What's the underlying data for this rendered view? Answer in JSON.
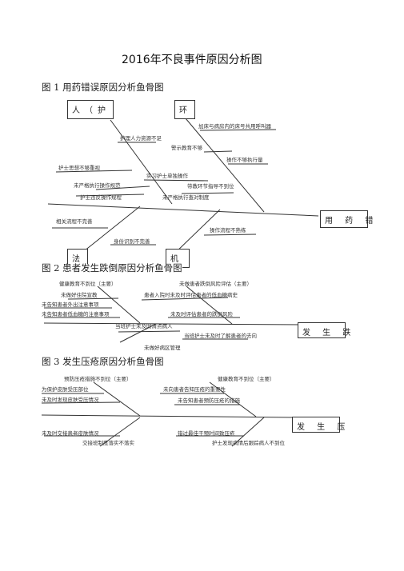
{
  "title": "2016年不良事件原因分析图",
  "fig1": {
    "caption": "图 1 用药错误原因分析鱼骨图",
    "head": "用 药 错",
    "categories": {
      "people": "人（护",
      "environment": "环",
      "method": "法",
      "machine": "机"
    },
    "causes": {
      "c1": "加床与病房内的床号共用呼叫器",
      "c2": "护理人力资源不足",
      "c3": "警示教育不够",
      "c4": "操作不够执行量",
      "c5": "护士思想不够重视",
      "c6": "实习护士单独操作",
      "c7": "未严格执行操作规范",
      "c8": "带教环节指导不到位",
      "c9": "护士违反操作规程",
      "c10": "未严格执行查对制度",
      "c11": "相关流程不完善",
      "c12": "操作流程不熟练",
      "c13": "身份识别不完善"
    }
  },
  "fig2": {
    "caption": "图 2 患者发生跌倒原因分析鱼骨图",
    "head": "发 生 跌",
    "causes": {
      "a1": "健康教育不到位（主要）",
      "a2": "未做患者跌倒风险评估（主要）",
      "a3": "未做好住院宣教",
      "a4": "患者入院时未及时评估患者的低血糖病史",
      "a5": "未告知患者外出注意事项",
      "a6": "未告知患者低血糖的注意事项",
      "a7": "未及时评估患者的跌倒风险",
      "a8": "当班护士未及时清点病人",
      "a9": "当班护士未及时了解患者的去向",
      "a10": "未做好病区管理"
    }
  },
  "fig3": {
    "caption": "图 3 发生压疮原因分析鱼骨图",
    "head": "发 生 压",
    "causes": {
      "b1": "预防压疮措施不到位（主要）",
      "b2": "健康教育不到位（主要）",
      "b3": "为保护皮肤受压部位",
      "b4": "未向患者告知压疮的重要性",
      "b5": "未及时发现皮肤受压情况",
      "b6": "未告知患者预防压疮的措施",
      "b7": "未及时交接患者皮肤情况",
      "b8": "错过最佳干预时间致压疮",
      "b9": "交接班制度落实不落实",
      "b10": "护士发现病情后跟踪病人不到位"
    }
  }
}
